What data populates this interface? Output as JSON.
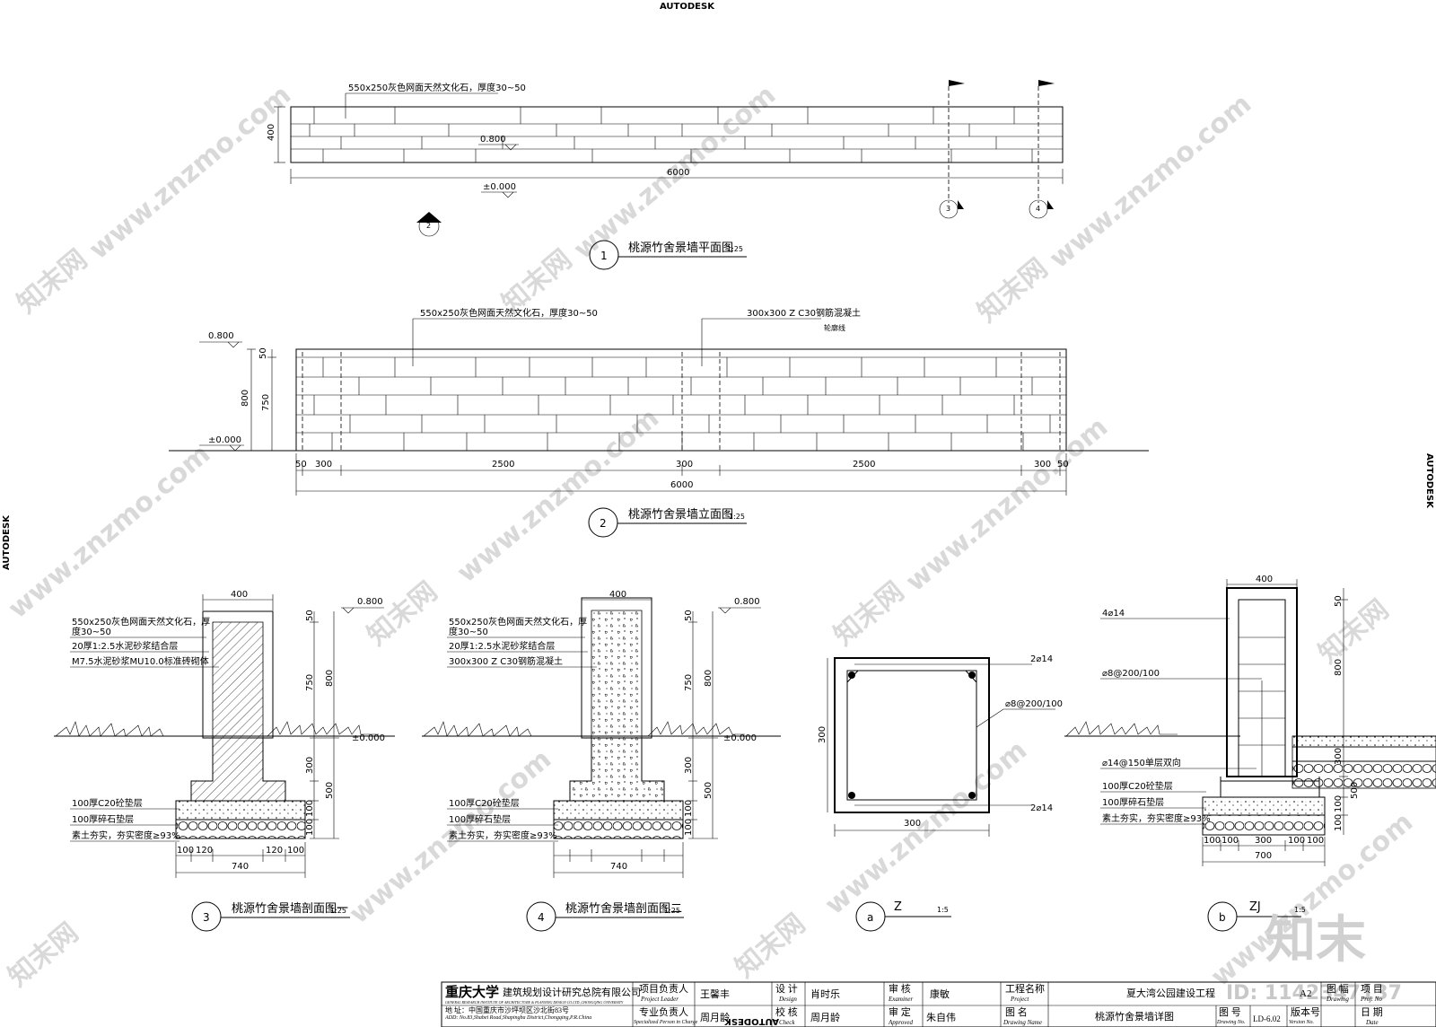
{
  "header": {
    "brand_top": "AUTODESK",
    "brand_left": "AUTODESK",
    "brand_right": "AUTODESK",
    "brand_bottom": "AUTODESK"
  },
  "plan": {
    "stone_note": "550x250灰色网面天然文化石，厚度30~50",
    "height_dim": "400",
    "level_top": "0.800",
    "length_dim": "6000",
    "level_zero": "±0.000",
    "section_marks": [
      "2",
      "3",
      "4"
    ],
    "title_no": "1",
    "title": "桃源竹舍景墙平面图",
    "scale": "1:25"
  },
  "elevation": {
    "stone_note": "550x250灰色网面天然文化石，厚度30~50",
    "column_note": "300x300 Z C30钢筋混凝土",
    "column_sub": "轮廓线",
    "level_top": "0.800",
    "level_zero": "±0.000",
    "dims_left": [
      "50",
      "750",
      "800"
    ],
    "dims_bottom": [
      "50",
      "300",
      "2500",
      "300",
      "2500",
      "300",
      "50"
    ],
    "total": "6000",
    "title_no": "2",
    "title": "桃源竹舍景墙立面图",
    "scale": "1:25"
  },
  "section1": {
    "notes": [
      "550x250灰色网面天然文化石，厚",
      "度30~50",
      "20厚1:2.5水泥砂浆结合层",
      "M7.5水泥砂浆MU10.0标准砖砌体"
    ],
    "base_notes": [
      "100厚C20砼垫层",
      "100厚碎石垫层",
      "素土夯实，夯实密度≥93%"
    ],
    "top_dim": "400",
    "level_top": "0.800",
    "level_zero": "±0.000",
    "dims_right": [
      "50",
      "750",
      "800",
      "300",
      "500",
      "100",
      "100"
    ],
    "dims_bottom": [
      "100",
      "120",
      "120",
      "100"
    ],
    "total": "740",
    "title_no": "3",
    "title": "桃源竹舍景墙剖面图一",
    "scale": "1:25"
  },
  "section2": {
    "notes": [
      "550x250灰色网面天然文化石，厚",
      "度30~50",
      "20厚1:2.5水泥砂浆结合层",
      "300x300 Z C30钢筋混凝土"
    ],
    "base_notes": [
      "100厚C20砼垫层",
      "100厚碎石垫层",
      "素土夯实，夯实密度≥93%"
    ],
    "top_dim": "400",
    "level_top": "0.800",
    "level_zero": "±0.000",
    "dims_right": [
      "50",
      "750",
      "800",
      "300",
      "500",
      "100",
      "100"
    ],
    "total": "740",
    "title_no": "4",
    "title": "桃源竹舍景墙剖面图二",
    "scale": "1:25"
  },
  "detail_a": {
    "bar_top": "2⌀14",
    "stirrup": "⌀8@200/100",
    "bar_bottom": "2⌀14",
    "dim_left": "300",
    "dim_bottom": "300",
    "title_no": "a",
    "title": "Z",
    "scale": "1:5"
  },
  "detail_b": {
    "notes": [
      "4⌀14",
      "⌀8@200/100",
      "⌀14@150单层双向",
      "100厚C20砼垫层",
      "100厚碎石垫层",
      "素土夯实，夯实密度≥93%"
    ],
    "top_dim": "400",
    "dims_right": [
      "50",
      "800",
      "300",
      "500",
      "100",
      "100"
    ],
    "dims_bottom": [
      "100",
      "100",
      "300",
      "100",
      "100"
    ],
    "total": "700",
    "title_no": "b",
    "title": "ZJ",
    "scale": "1:5"
  },
  "title_block": {
    "university": "重庆大学",
    "institute": "建筑规划设计研究总院有限公司",
    "institute_en": "GENERAL RESEARCH INSTITUTE OF ARCHITECTURE & PLANNING DESIGN CO.LTD.,CHONGQING UNIVERSITY",
    "address": "地  址：中国重庆市沙坪坝区沙北街83号",
    "address_en": "ADD:   No.83,Shabei Road,Shapingba District,Chongqing,P.R.China",
    "rows": [
      {
        "label": "项目负责人",
        "label_en": "Project Leader",
        "value": "王馨丰"
      },
      {
        "label": "专业负责人",
        "label_en": "Specialized Person in Charge",
        "value": "周月龄"
      }
    ],
    "design_label": "设    计",
    "design_en": "Design",
    "design_value": "肖时乐",
    "check_label": "校    核",
    "check_en": "Check",
    "check_value": "周月龄",
    "examine_label": "审    核",
    "examine_en": "Examiner",
    "examine_value": "康敏",
    "approve_label": "审    定",
    "approve_en": "Approved",
    "approve_value": "朱自伟",
    "project_label": "工程名称",
    "project_en": "Project",
    "project_value": "夏大湾公园建设工程",
    "drawing_label": "图    名",
    "drawing_en": "Drawing Name",
    "drawing_value": "桃源竹舍景墙详图",
    "no_label": "图    号",
    "no_en": "Drawing No.",
    "no_value": "LD-6.02",
    "version_label": "版本号",
    "version_en": "Version No.",
    "date_label": "日    期",
    "date_en": "Date",
    "sheet_label": "图  幅",
    "sheet_en": "Drawing",
    "sheet_value": "A2",
    "proj_label": "项  目",
    "proj_en": "Proj. No"
  },
  "watermark": {
    "site": "www.znzmo.com",
    "brand": "知末网",
    "logo": "知末",
    "id": "ID: 1142347137"
  }
}
